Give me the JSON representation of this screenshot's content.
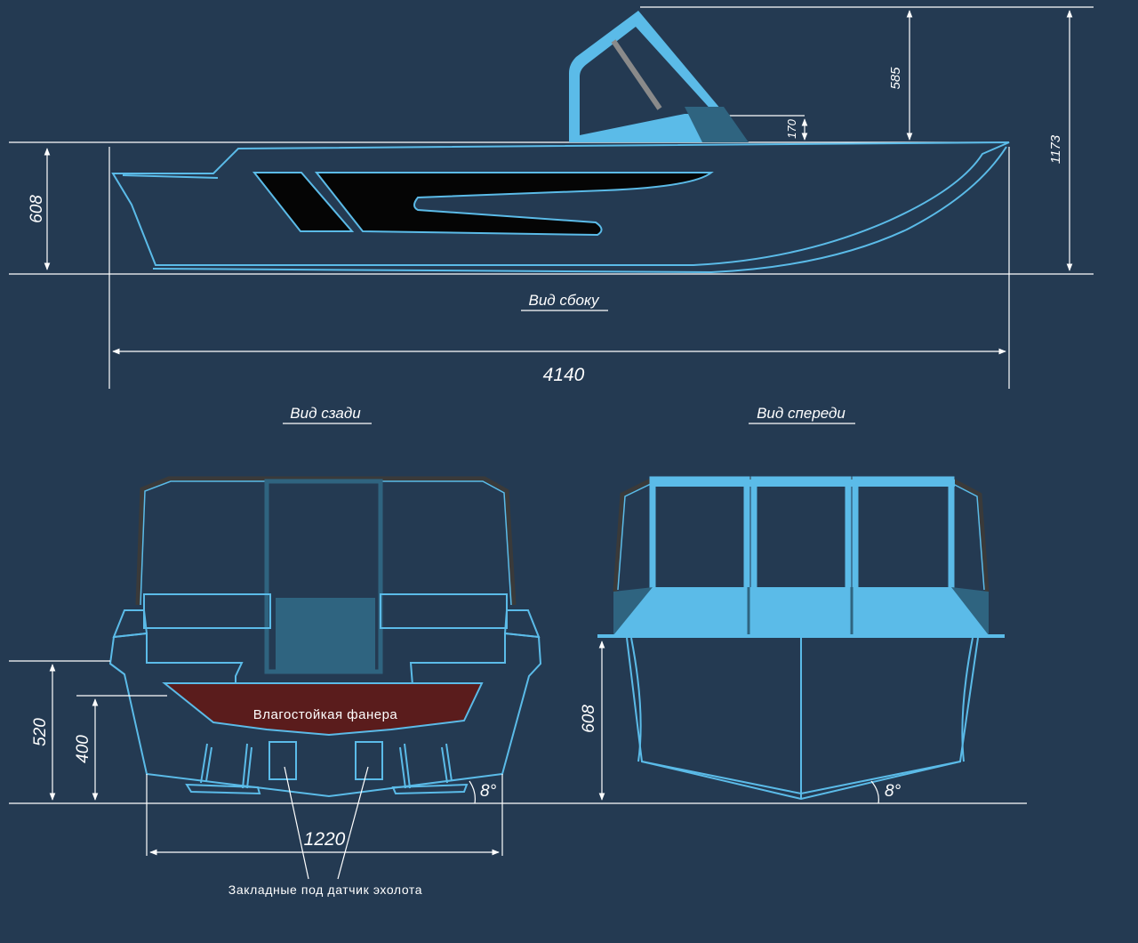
{
  "side_view": {
    "caption": "Вид сбоку",
    "dim_length": "4140",
    "dim_height_hull": "608",
    "dim_height_total": "1173",
    "dim_windshield": "585",
    "dim_console": "170"
  },
  "rear_view": {
    "caption": "Вид сзади",
    "plywood_label": "Влагостойкая фанера",
    "dim_height": "520",
    "dim_plywood": "400",
    "dim_width": "1220",
    "dim_angle": "8°",
    "note": "Закладные под датчик эхолота"
  },
  "front_view": {
    "caption": "Вид спереди",
    "dim_height": "608",
    "dim_angle": "8°"
  },
  "colors": {
    "background": "#243a52",
    "outline": "#5bbbe8",
    "accent_fill": "#5bbbe8",
    "dark_fill": "#2f6480",
    "plywood": "#5a1c1c",
    "black": "#050505"
  }
}
